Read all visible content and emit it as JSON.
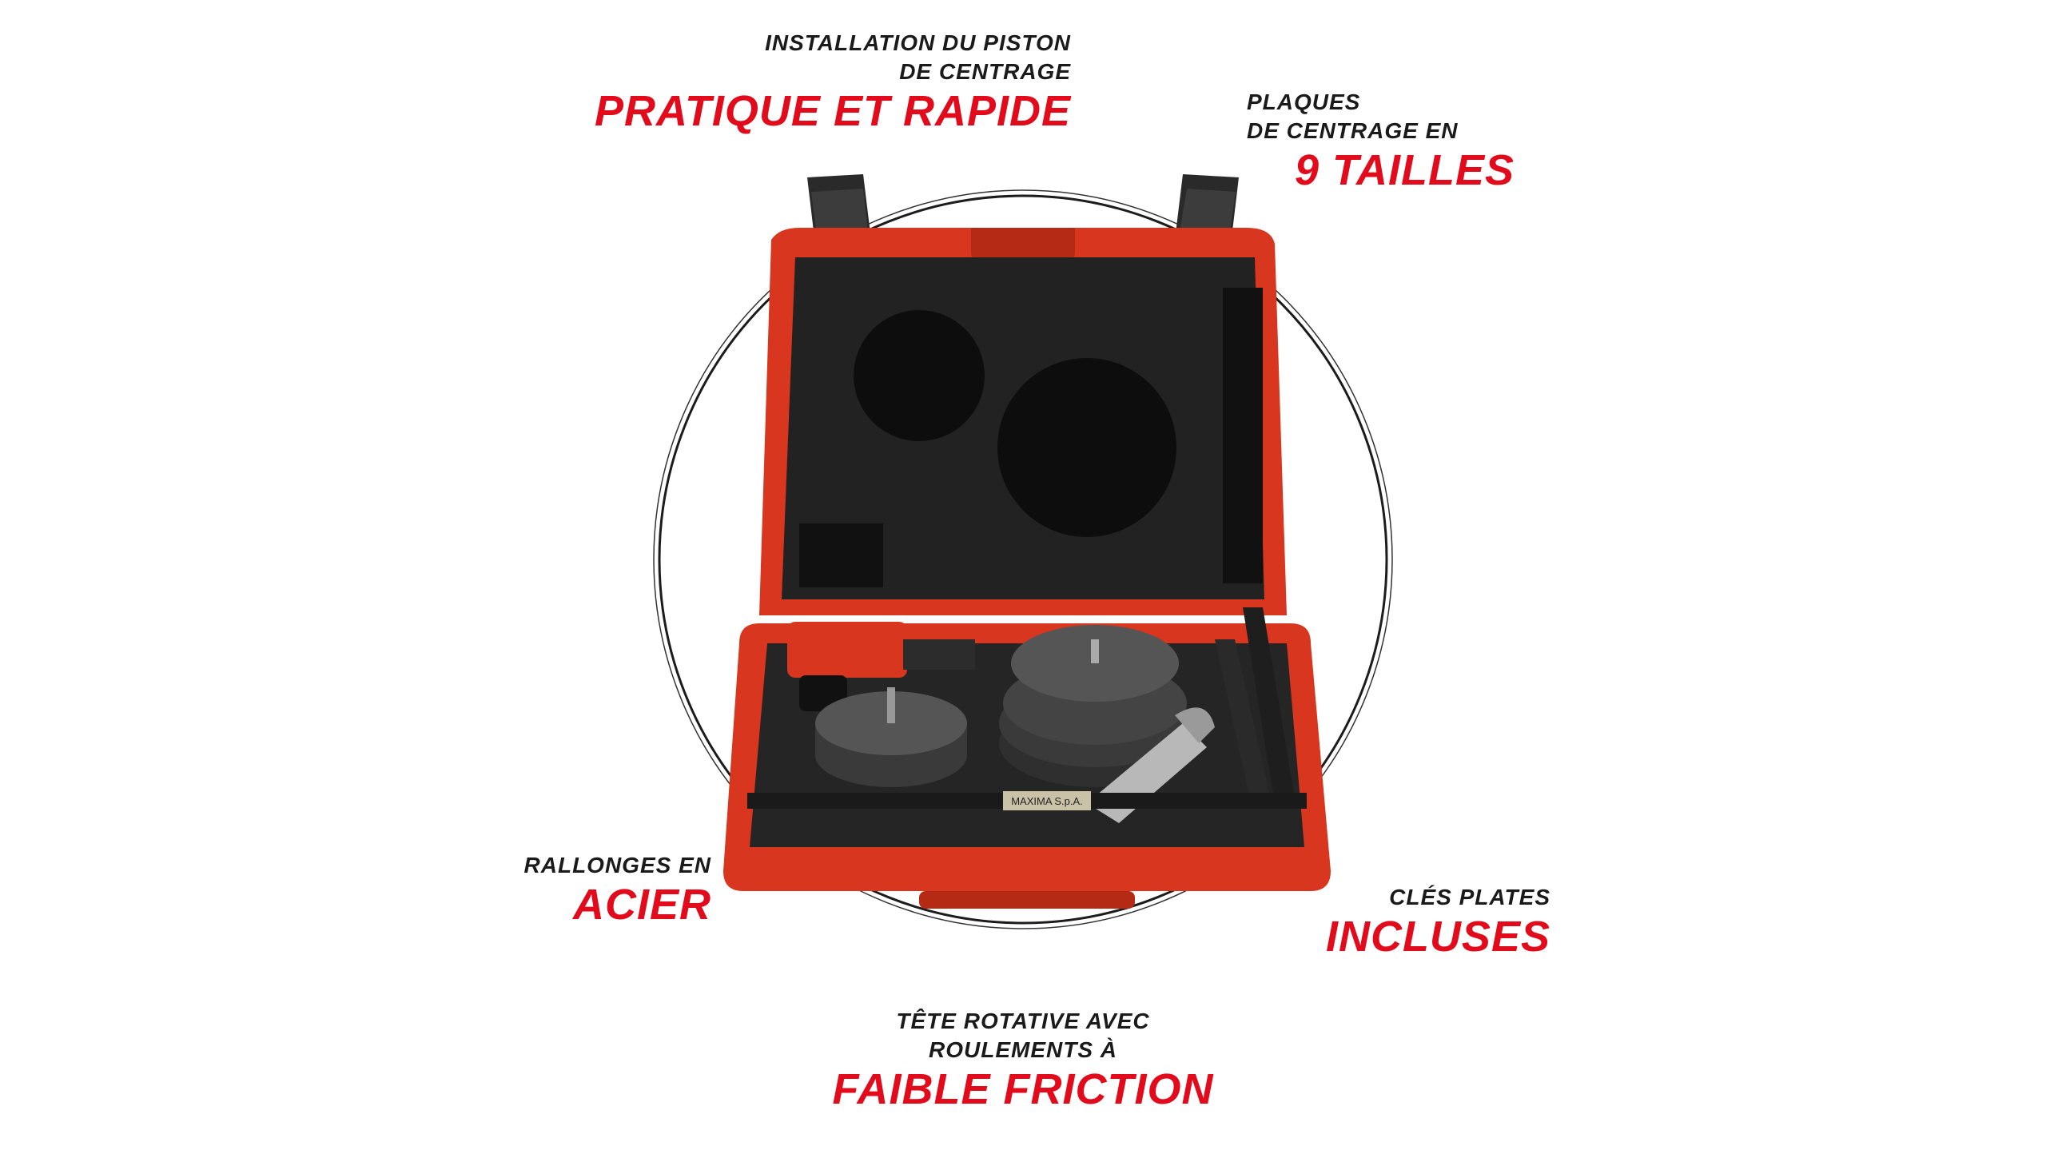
{
  "callouts": {
    "top": {
      "small_1": "INSTALLATION DU PISTON",
      "small_2": "DE CENTRAGE",
      "big": "PRATIQUE ET RAPIDE"
    },
    "top_right": {
      "small_1": "PLAQUES",
      "small_2": "DE CENTRAGE EN",
      "big": "9 TAILLES"
    },
    "left": {
      "small_1": "RALLONGES EN",
      "big": "ACIER"
    },
    "right": {
      "small_1": "CLÉS PLATES",
      "big": "INCLUSES"
    },
    "bottom": {
      "small_1": "TÊTE ROTATIVE AVEC",
      "small_2": "ROULEMENTS À",
      "big": "FAIBLE FRICTION"
    }
  },
  "product": {
    "label_on_tool": "MAXIMA S.p.A."
  },
  "colors": {
    "accent_red": "#e10b1c",
    "case_red": "#d8361e",
    "foam": "#222222",
    "text_dark": "#1a1a1a"
  }
}
